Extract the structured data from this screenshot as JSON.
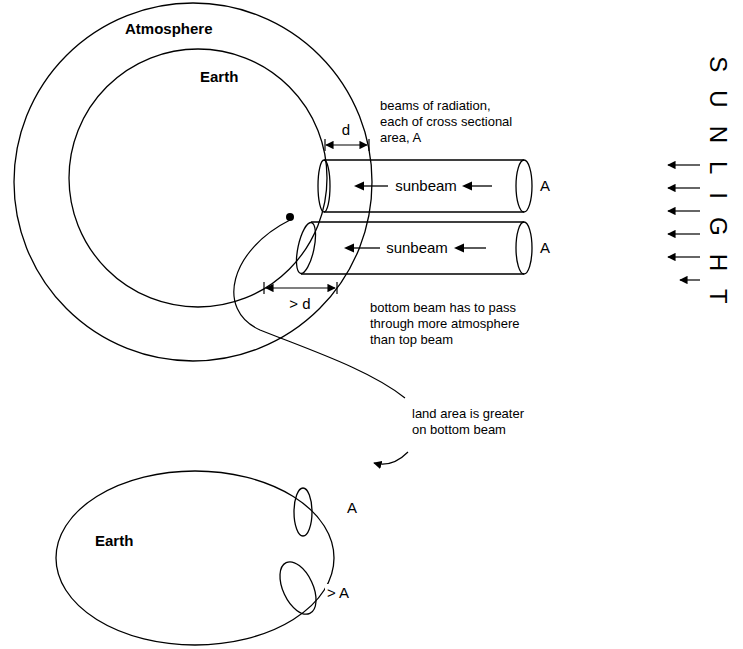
{
  "diagram": {
    "nodes": [
      {
        "text": [
          "Atmosphere"
        ]
      },
      {
        "text": [
          "Earth"
        ],
        "in": 0
      },
      {
        "text": [
          "sunbeam"
        ]
      },
      {
        "text": [
          "sunbeam"
        ]
      },
      {
        "text": [
          "Earth"
        ]
      }
    ],
    "labels": [
      "d",
      "> d",
      "beams of radiation, each of cross sectional area, A",
      "A",
      "A",
      "bottom beam has to pass through more atmosphere than top beam",
      "land area is greater on bottom beam",
      "A",
      "> A",
      "SUNLIGHT"
    ]
  }
}
